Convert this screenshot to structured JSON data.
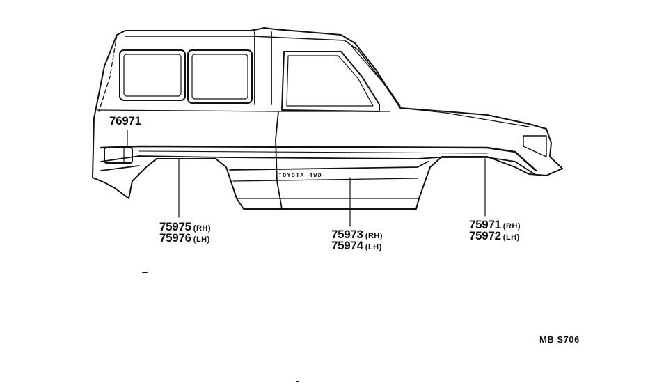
{
  "callouts": {
    "sticker_rear": {
      "number": "76971"
    },
    "stripe_rear": {
      "rh_number": "75975",
      "rh_side": "(RH)",
      "lh_number": "75976",
      "lh_side": "(LH)"
    },
    "stripe_center": {
      "rh_number": "75973",
      "rh_side": "(RH)",
      "lh_number": "75974",
      "lh_side": "(LH)"
    },
    "stripe_front": {
      "rh_number": "75971",
      "rh_side": "(RH)",
      "lh_number": "75972",
      "lh_side": "(LH)"
    }
  },
  "door_decal_text": "TOYOTA 4WD",
  "reference_code": "MB S706",
  "colors": {
    "ink": "#111111",
    "background": "#ffffff"
  }
}
